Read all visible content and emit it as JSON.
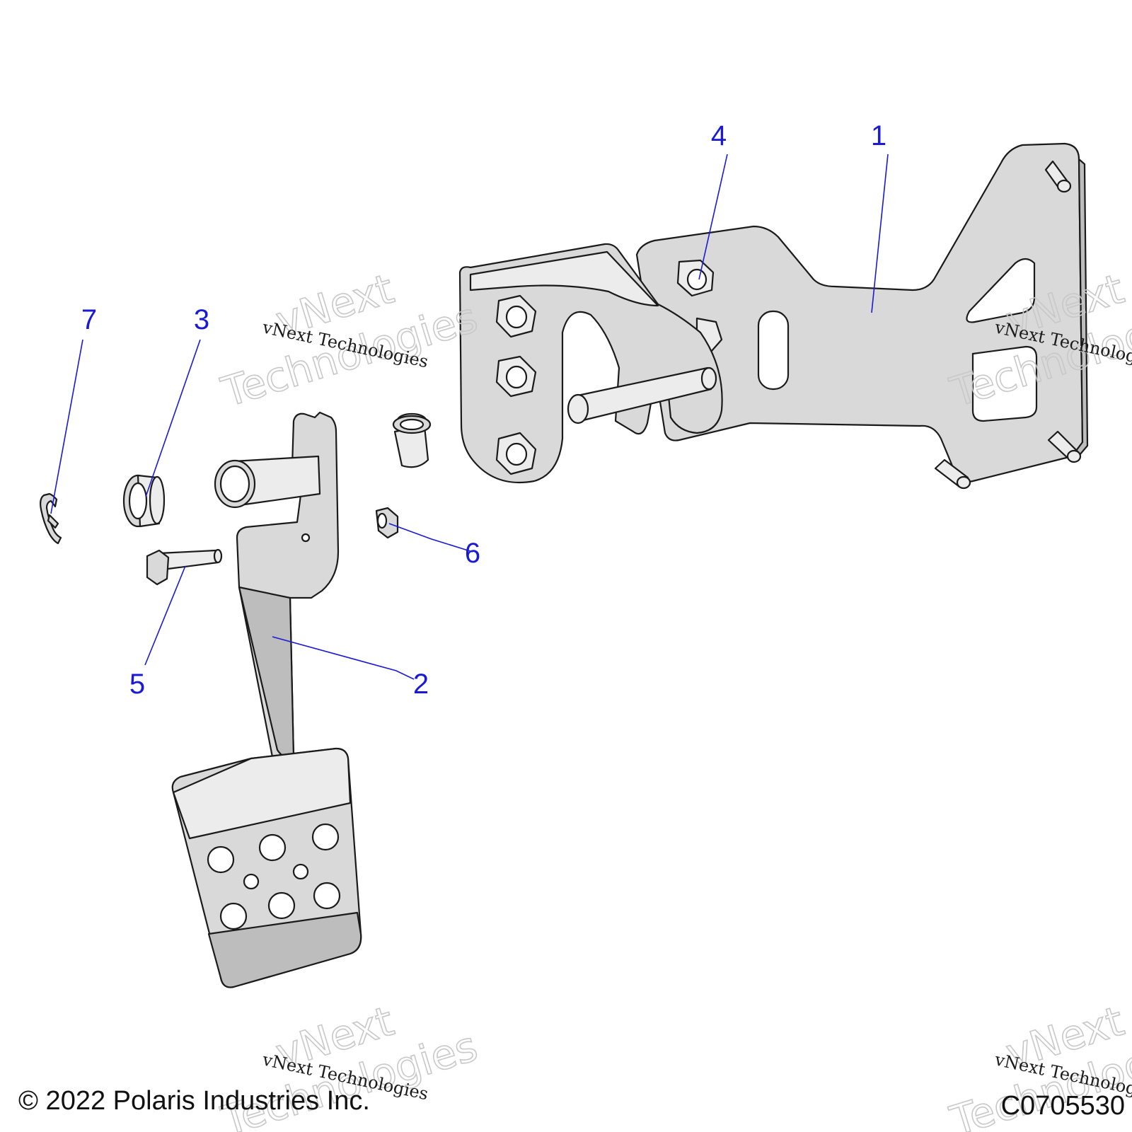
{
  "diagram": {
    "callouts": [
      "1",
      "2",
      "3",
      "4",
      "5",
      "6",
      "7"
    ],
    "watermark": {
      "line1": "vNext Technologies",
      "big_line1": "vNext",
      "big_line2": "Technologies"
    },
    "copyright": "© 2022 Polaris Industries Inc.",
    "drawing_code": "C0705530"
  }
}
